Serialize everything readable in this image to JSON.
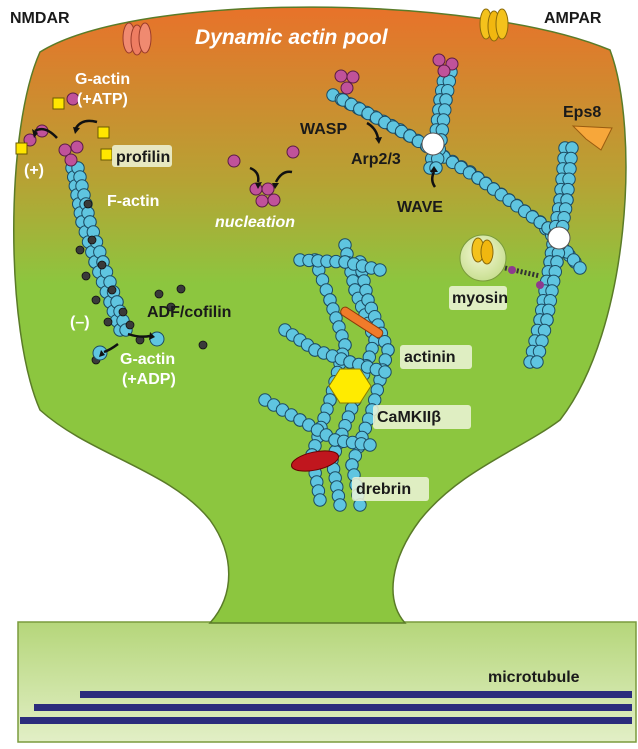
{
  "labels": {
    "nmdar": "NMDAR",
    "ampar": "AMPAR",
    "title": "Dynamic actin pool",
    "g_actin_atp_line1": "G-actin",
    "g_actin_atp_line2": "(+ATP)",
    "profilin": "profilin",
    "plus_end": "(+)",
    "f_actin": "F-actin",
    "nucleation": "nucleation",
    "wasp": "WASP",
    "arp23": "Arp2/3",
    "wave": "WAVE",
    "eps8": "Eps8",
    "myosin": "myosin",
    "adf_cofilin": "ADF/cofilin",
    "minus_end": "(–)",
    "g_actin_adp_line1": "G-actin",
    "g_actin_adp_line2": "(+ADP)",
    "actinin": "actinin",
    "camkii": "CaMKIIβ",
    "drebrin": "drebrin",
    "microtubule": "microtubule"
  },
  "colors": {
    "spine_top": "#e8722a",
    "spine_mid": "#8cc63f",
    "spine_neck": "#8cc63f",
    "dendrite_top": "#b5d67a",
    "dendrite_bottom": "#e2efc6",
    "actin_bead": "#5fc5e0",
    "g_actin_atp": "#c0529a",
    "profilin": "#ffe600",
    "arp23": "#ffffff",
    "eps8": "#f7a73a",
    "actinin": "#f07b2a",
    "camkii": "#ffeb00",
    "drebrin": "#c0161e",
    "cofilin": "#3a3a3a",
    "microtubule": "#2b2c7c",
    "nmdar": "#f08a70",
    "ampar": "#f4c21c"
  }
}
